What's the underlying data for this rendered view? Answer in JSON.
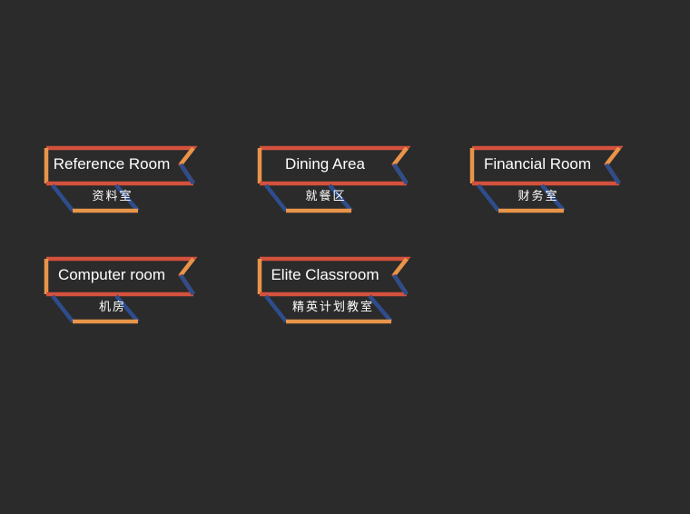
{
  "colors": {
    "background": "#2a2b2a",
    "ribbon_orange": "#e8944a",
    "ribbon_red": "#d4513d",
    "ribbon_blue": "#2f4d8c",
    "text": "#ffffff"
  },
  "signs": [
    {
      "english": "Reference Room",
      "chinese": "资料室"
    },
    {
      "english": "Dining Area",
      "chinese": "就餐区"
    },
    {
      "english": "Financial Room",
      "chinese": "财务室"
    },
    {
      "english": "Computer room",
      "chinese": "机房"
    },
    {
      "english": "Elite Classroom",
      "chinese": "精英计划教室"
    }
  ]
}
